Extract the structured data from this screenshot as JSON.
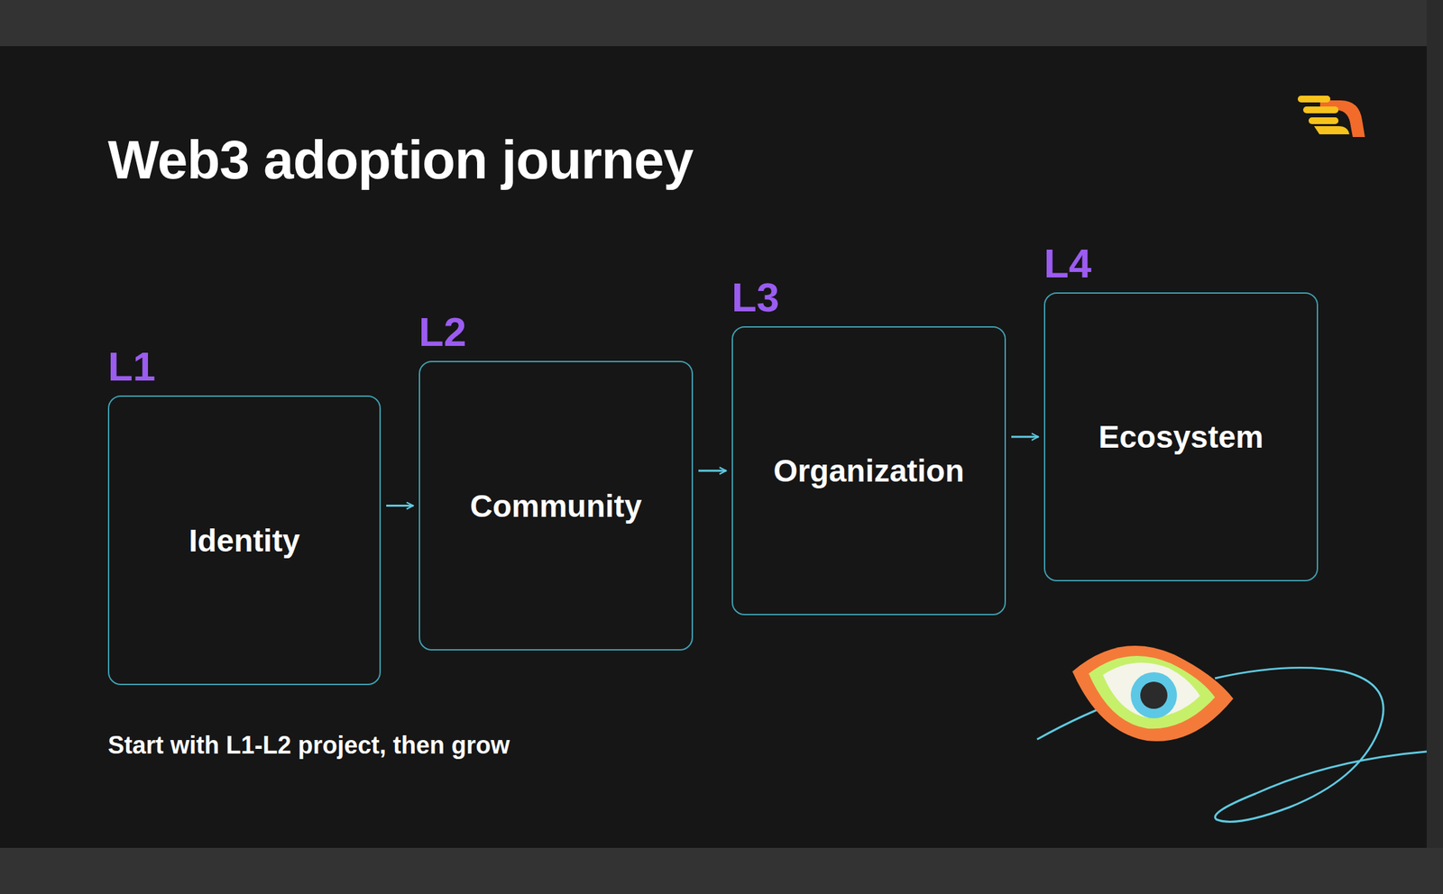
{
  "diagram": {
    "title": "Web3 adoption journey",
    "caption": "Start with L1-L2 project, then grow",
    "nodes": [
      {
        "text": [
          "L1",
          "Identity"
        ]
      },
      {
        "text": [
          "L2",
          "Community"
        ]
      },
      {
        "text": [
          "L3",
          "Organization"
        ]
      },
      {
        "text": [
          "L4",
          "Ecosystem"
        ]
      }
    ],
    "edges": [
      {
        "from": 0,
        "to": 1,
        "arrow": "to"
      },
      {
        "from": 1,
        "to": 2,
        "arrow": "to"
      },
      {
        "from": 2,
        "to": 3,
        "arrow": "to"
      }
    ]
  }
}
